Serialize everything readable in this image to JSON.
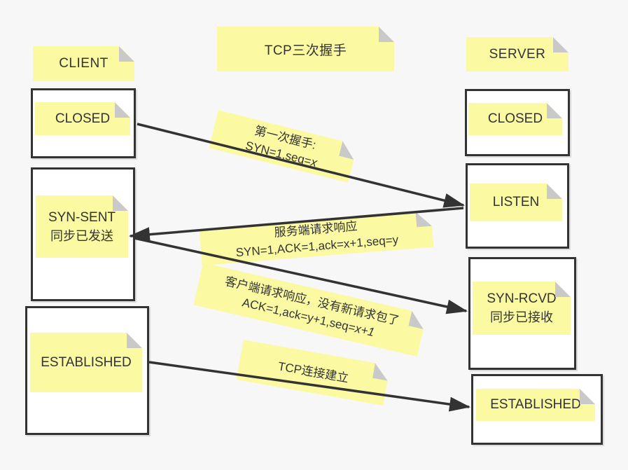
{
  "colors": {
    "bg": "#f7f7f7",
    "sticky": "#fbf9a2",
    "fold": "#c9c9c9",
    "line": "#333333",
    "box-bg": "#ffffff",
    "box-border": "#333333",
    "text": "#333333"
  },
  "header": {
    "client": "CLIENT",
    "title": "TCP三次握手",
    "server": "SERVER"
  },
  "client_states": [
    {
      "label": "CLOSED",
      "sublabel": ""
    },
    {
      "label": "SYN-SENT",
      "sublabel": "同步已发送"
    },
    {
      "label": "ESTABLISHED",
      "sublabel": ""
    }
  ],
  "server_states": [
    {
      "label": "CLOSED",
      "sublabel": ""
    },
    {
      "label": "LISTEN",
      "sublabel": ""
    },
    {
      "label": "SYN-RCVD",
      "sublabel": "同步已接收"
    },
    {
      "label": "ESTABLISHED",
      "sublabel": ""
    }
  ],
  "messages": [
    {
      "line1": "第一次握手:",
      "line2_pre": "SYN=1,seq=",
      "line2_em": "x"
    },
    {
      "line1": "服务端请求响应",
      "line2_pre": "SYN=1,ACK=1,ack=x+1,seq=y",
      "line2_em": ""
    },
    {
      "line1": "客户端请求响应，没有新请求包了",
      "line2_pre": "ACK=1,ack=y+1,seq=",
      "line2_em": "x+1"
    },
    {
      "line1": "TCP连接建立",
      "line2_pre": "",
      "line2_em": ""
    }
  ]
}
